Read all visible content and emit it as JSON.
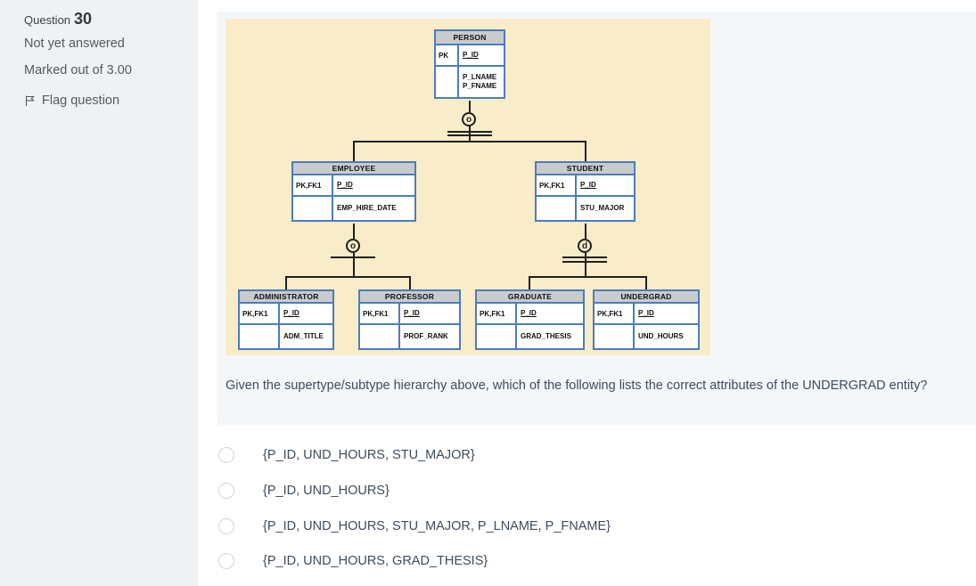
{
  "sidebar": {
    "question_label": "Question",
    "question_number": "30",
    "status": "Not yet answered",
    "marks": "Marked out of 3.00",
    "flag_label": "Flag question"
  },
  "question_text": "Given the supertype/subtype hierarchy above, which of the following lists the correct attributes of the UNDERGRAD entity?",
  "diagram": {
    "entities": [
      {
        "name": "PERSON",
        "pk": "PK",
        "key": "P_ID",
        "attr1": "P_LNAME",
        "attr2": "P_FNAME"
      },
      {
        "name": "EMPLOYEE",
        "pk": "PK,FK1",
        "key": "P_ID",
        "attr1": "EMP_HIRE_DATE"
      },
      {
        "name": "STUDENT",
        "pk": "PK,FK1",
        "key": "P_ID",
        "attr1": "STU_MAJOR"
      },
      {
        "name": "ADMINISTRATOR",
        "pk": "PK,FK1",
        "key": "P_ID",
        "attr1": "ADM_TITLE"
      },
      {
        "name": "PROFESSOR",
        "pk": "PK,FK1",
        "key": "P_ID",
        "attr1": "PROF_RANK"
      },
      {
        "name": "GRADUATE",
        "pk": "PK,FK1",
        "key": "P_ID",
        "attr1": "GRAD_THESIS"
      },
      {
        "name": "UNDERGRAD",
        "pk": "PK,FK1",
        "key": "P_ID",
        "attr1": "UND_HOURS"
      }
    ],
    "symbols": {
      "person": "o",
      "employee": "o",
      "student": "d"
    },
    "colors": {
      "canvas_background": "#f9ecc8",
      "table_border": "#4a7dbc",
      "header_background": "#c9cbcd",
      "connector_line": "#1f1f1f"
    }
  },
  "options": [
    "{P_ID, UND_HOURS, STU_MAJOR}",
    "{P_ID, UND_HOURS}",
    "{P_ID, UND_HOURS, STU_MAJOR, P_LNAME, P_FNAME}",
    "{P_ID, UND_HOURS, GRAD_THESIS}"
  ]
}
